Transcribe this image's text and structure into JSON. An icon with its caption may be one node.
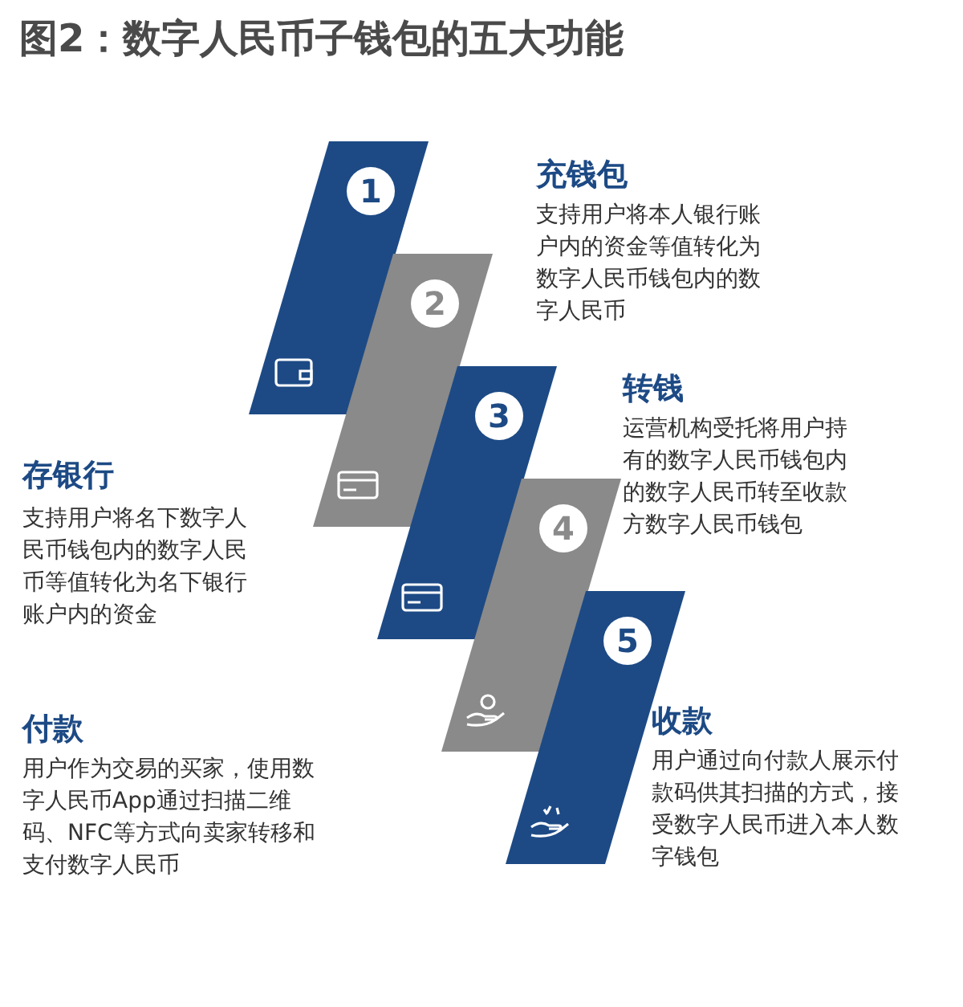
{
  "diagram": {
    "title": "图2：数字人民币子钱包的五大功能",
    "nodes": [
      {
        "text": [
          "1"
        ]
      },
      {
        "text": [
          "2"
        ]
      },
      {
        "text": [
          "3"
        ]
      },
      {
        "text": [
          "4"
        ]
      },
      {
        "text": [
          "5"
        ]
      }
    ],
    "labels": [
      "充钱包",
      "支持用户将本人银行账户内的资金等值转化为数字人民币钱包内的数字人民币",
      "转钱",
      "运营机构受托将用户持有的数字人民币钱包内的数字人民币转至收款方数字人民币钱包",
      "存银行",
      "支持用户将名下数字人民币钱包内的数字人民币等值转化为名下银行账户内的资金",
      "付款",
      "用户作为交易的买家，使用数字人民币App通过扫描二维码、NFC等方式向卖家转移和支付数字人民币",
      "收款",
      "用户通过向付款人展示付款码供其扫描的方式，接受数字人民币进入本人数字钱包"
    ]
  }
}
